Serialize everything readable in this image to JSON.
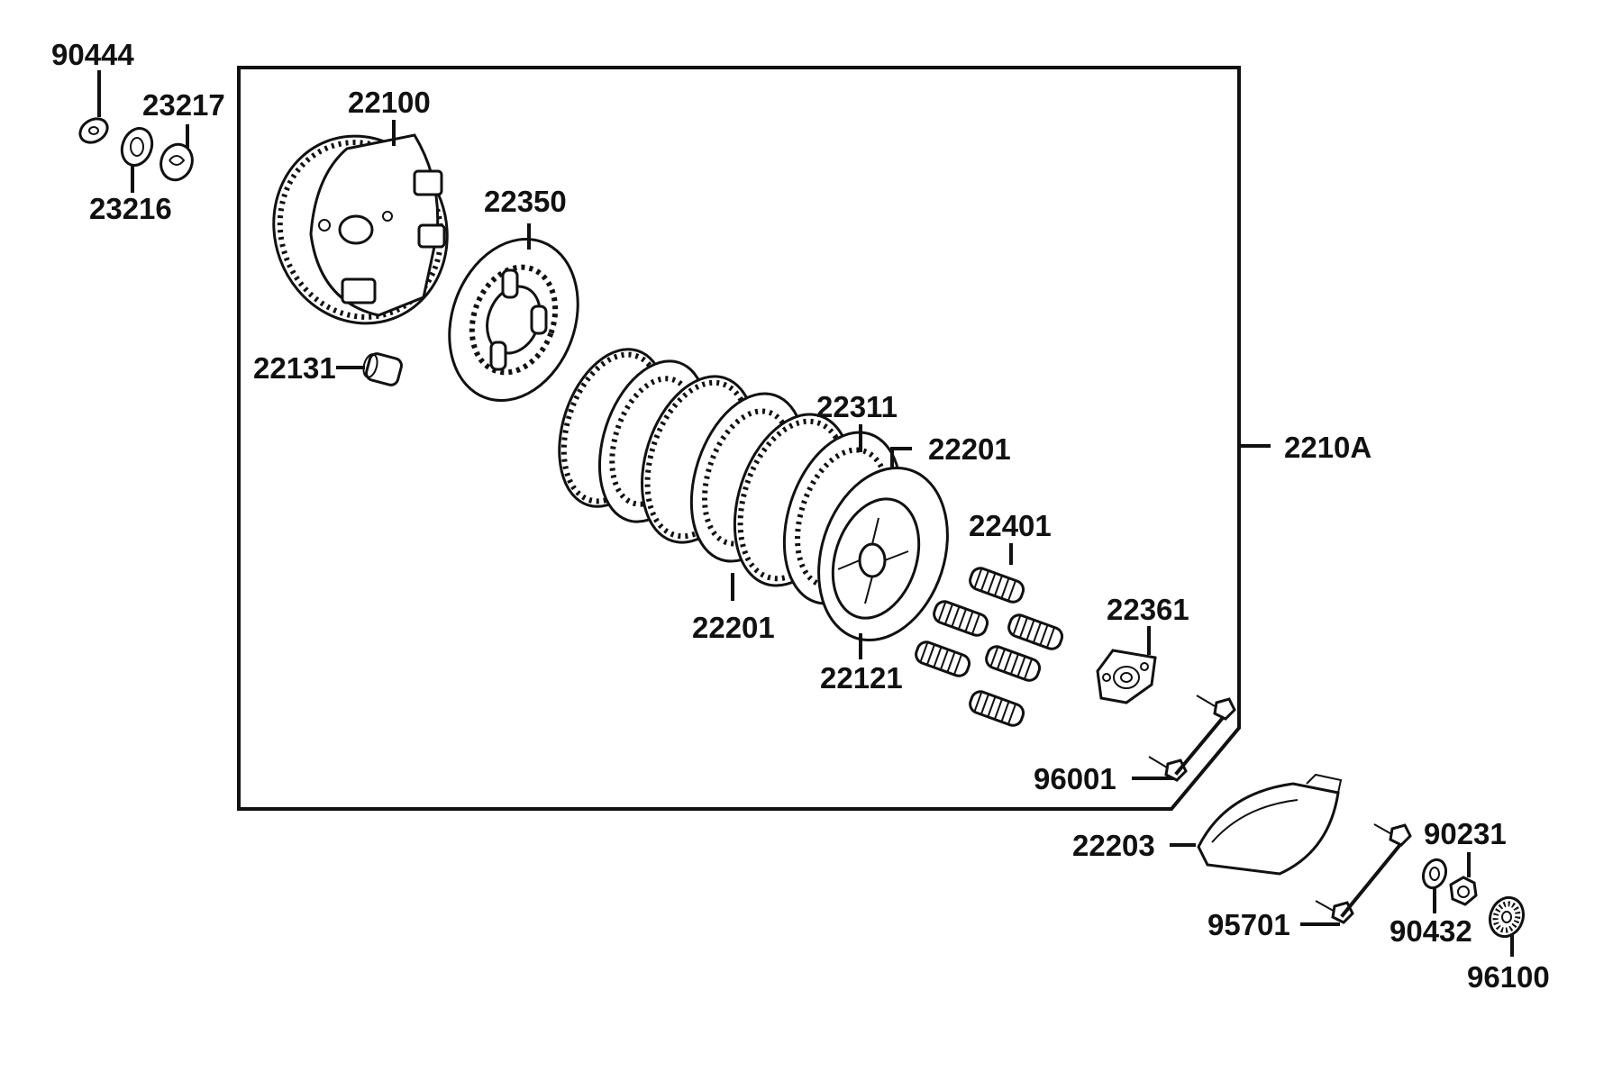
{
  "diagram": {
    "background": "#ffffff",
    "ink": "#111111",
    "callouts": {
      "p90444": "90444",
      "p23217": "23217",
      "p23216": "23216",
      "p22100": "22100",
      "p22350": "22350",
      "p22131": "22131",
      "p22311": "22311",
      "p22201_top": "22201",
      "p2210A": "2210A",
      "p22401": "22401",
      "p22361": "22361",
      "p22201_bottom": "22201",
      "p22121": "22121",
      "p96001": "96001",
      "p22203": "22203",
      "p90231": "90231",
      "p95701": "95701",
      "p90432": "90432",
      "p96100": "96100"
    },
    "icons": {
      "clutch_outer": "clutch-outer-housing-icon",
      "pressure_plate": "pressure-plate-icon",
      "collar": "collar-icon",
      "friction_plates": "friction-plate-stack-icon",
      "clutch_center": "clutch-center-icon",
      "springs": "clutch-spring-icon",
      "lifter_plate": "lifter-plate-icon",
      "bolts": "bolt-icon",
      "cover": "cover-icon",
      "bearing": "bearing-icon",
      "washers": "washer-icon",
      "nut": "nut-icon"
    }
  }
}
